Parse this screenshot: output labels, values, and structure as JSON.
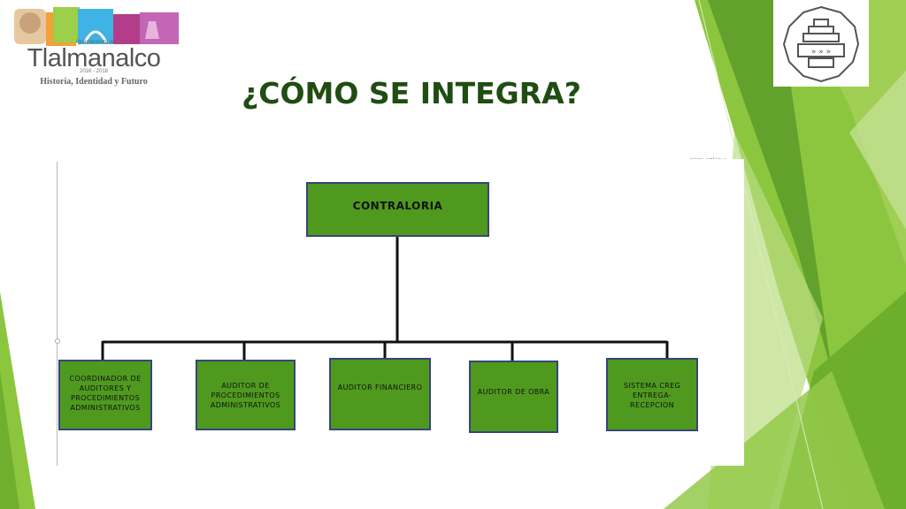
{
  "header": {
    "logo_small": "Ayuntamiento de",
    "logo_main": "Tlalmanalco",
    "logo_years": "2016 - 2018",
    "logo_tagline": "Historia, Identidad y Futuro"
  },
  "title": "¿CÓMO SE INTEGRA?",
  "note": "resora, senlaay c",
  "org_chart": {
    "root": "CONTRALORIA",
    "children": [
      "COORDINADOR DE AUDITORES Y PROCEDIMIENTOS ADMINISTRATIVOS",
      "AUDITOR DE PROCEDIMIENTOS ADMINISTRATIVOS",
      "AUDITOR FINANCIERO",
      "AUDITOR DE OBRA",
      "SISTEMA CREG ENTREGA-RECEPCION"
    ]
  },
  "colors": {
    "box_fill": "#4f9a1e",
    "box_border": "#36457a",
    "title": "#1f4d12",
    "accent_green": "#8cc63f"
  }
}
